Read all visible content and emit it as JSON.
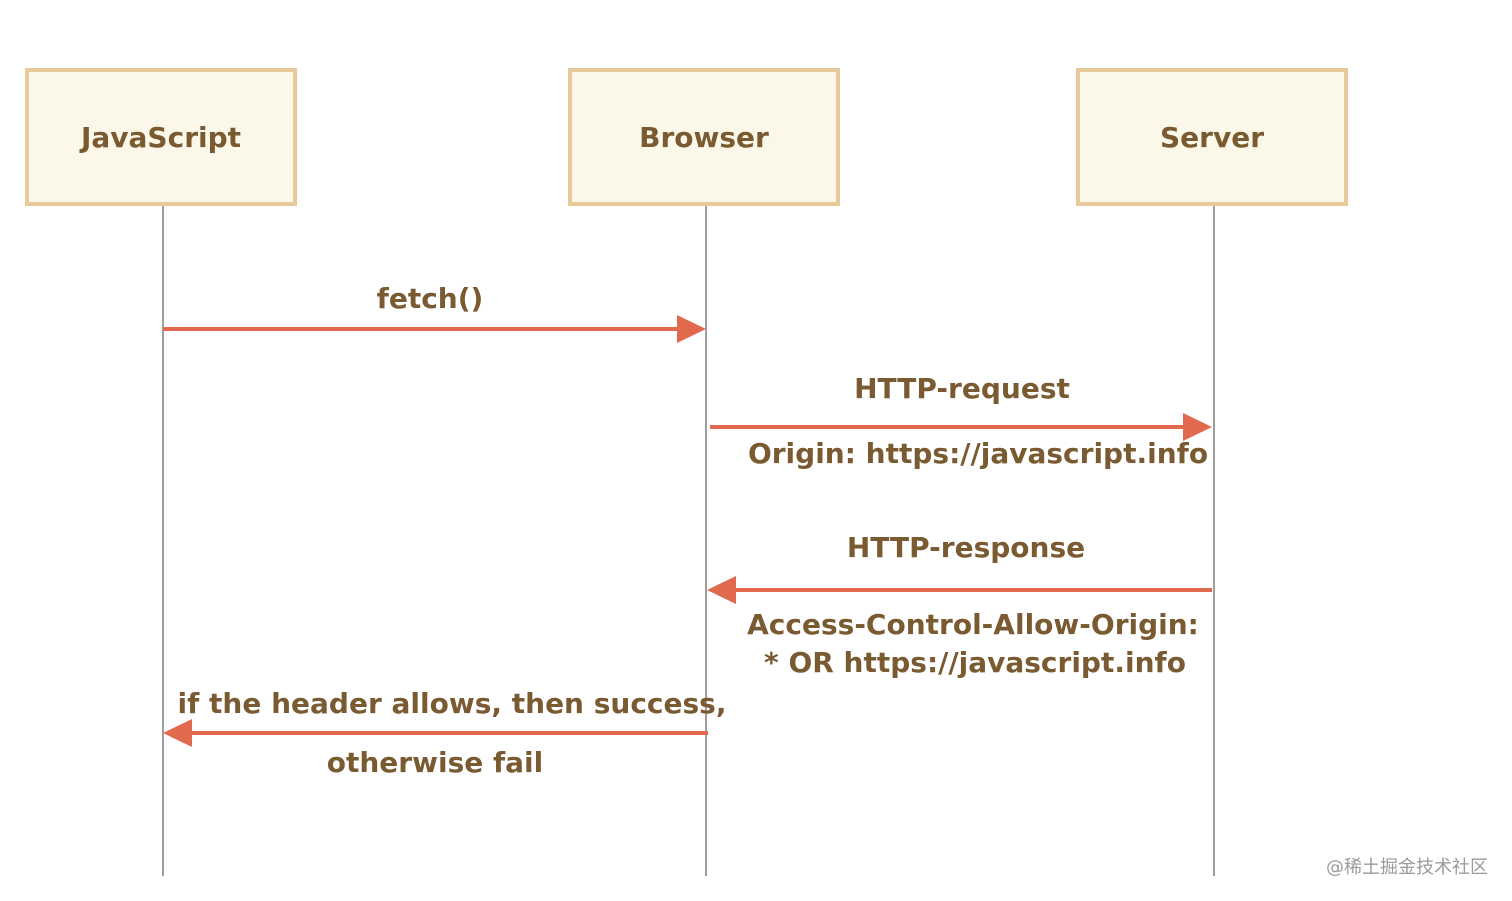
{
  "diagram": {
    "actors": {
      "javascript": "JavaScript",
      "browser": "Browser",
      "server": "Server"
    },
    "messages": {
      "fetch": "fetch()",
      "http_request": "HTTP-request",
      "origin_header": "Origin: https://javascript.info",
      "http_response": "HTTP-response",
      "acao_header_line1": "Access-Control-Allow-Origin:",
      "acao_header_line2": "* OR https://javascript.info",
      "result_line1": "if the header allows, then success,",
      "result_line2": "otherwise fail"
    },
    "colors": {
      "box_fill": "#fcf8e9",
      "box_border": "#e8c99a",
      "arrow": "#e0694e",
      "lifeline": "#9e9e9e",
      "text": "#7a5a30"
    }
  },
  "watermark": "@稀土掘金技术社区"
}
